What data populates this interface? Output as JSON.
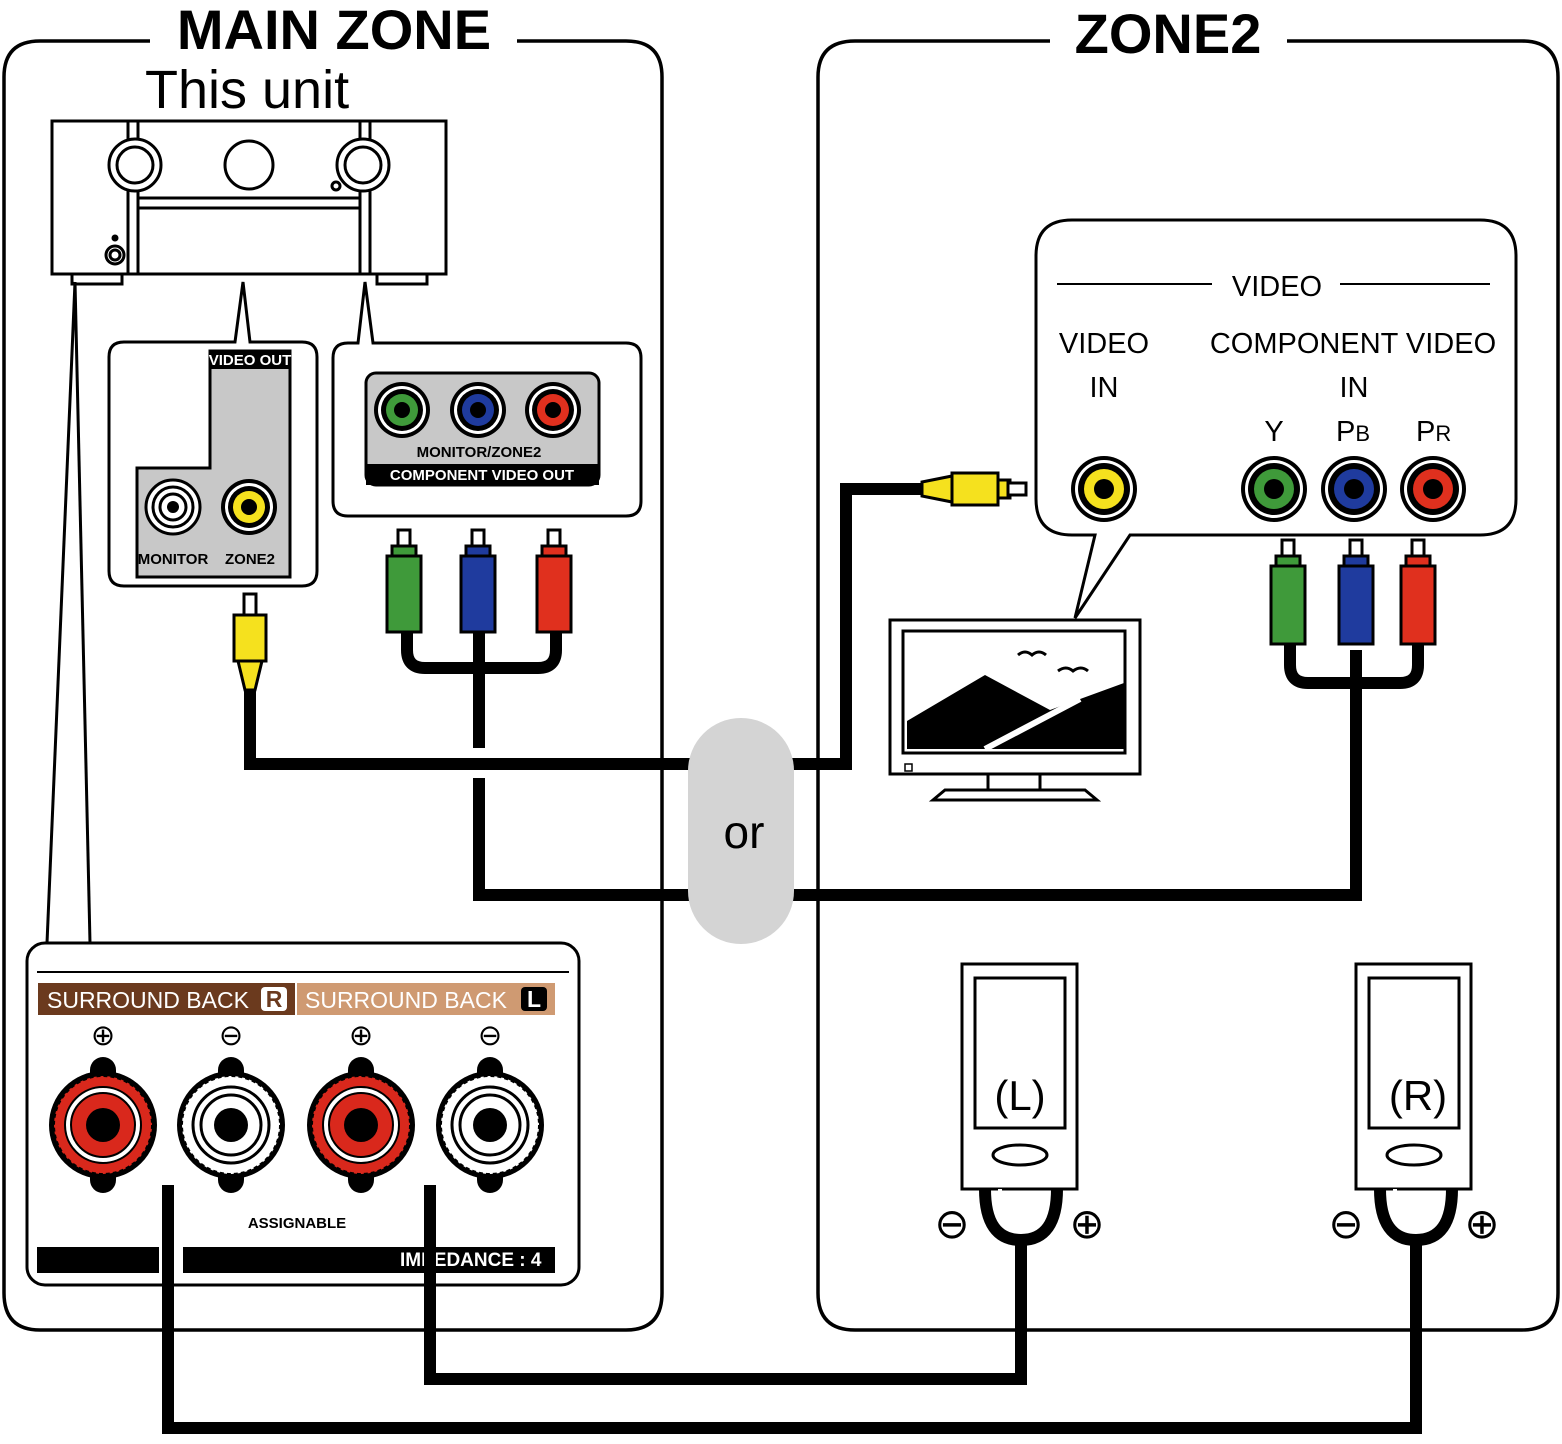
{
  "main_zone": {
    "title": "MAIN ZONE",
    "unit_label": "This unit",
    "video_out": {
      "header": "VIDEO OUT",
      "monitor_label": "MONITOR",
      "zone2_label": "ZONE2"
    },
    "component_out": {
      "line1": "MONITOR/ZONE2",
      "line2": "COMPONENT VIDEO OUT"
    },
    "speaker_panel": {
      "sb_right": "SURROUND BACK",
      "sb_right_badge": "R",
      "sb_left": "SURROUND BACK",
      "sb_left_badge": "L",
      "plus": "⊕",
      "minus": "⊖",
      "assignable": "ASSIGNABLE",
      "impedance": "IMPEDANCE : 4"
    }
  },
  "zone2": {
    "title": "ZONE2",
    "tv_panel": {
      "video_header": "VIDEO",
      "video_in_line1": "VIDEO",
      "video_in_line2": "IN",
      "component_line1": "COMPONENT VIDEO",
      "component_line2": "IN",
      "y": "Y",
      "pb_main": "P",
      "pb_sub": "B",
      "pr_main": "P",
      "pr_sub": "R"
    },
    "speaker_left": "(L)",
    "speaker_right": "(R)",
    "plus": "⊕",
    "minus": "⊖"
  },
  "or_label": "or",
  "colors": {
    "video_yellow": "#f5e11e",
    "y_green": "#3f9a3a",
    "pb_blue": "#1f3b9e",
    "pr_red": "#e0301e",
    "sb_right_brown": "#6b3a1e",
    "sb_left_tan": "#cf9a72",
    "terminal_red": "#d9281c",
    "panel_gray": "#c8c8c8"
  }
}
